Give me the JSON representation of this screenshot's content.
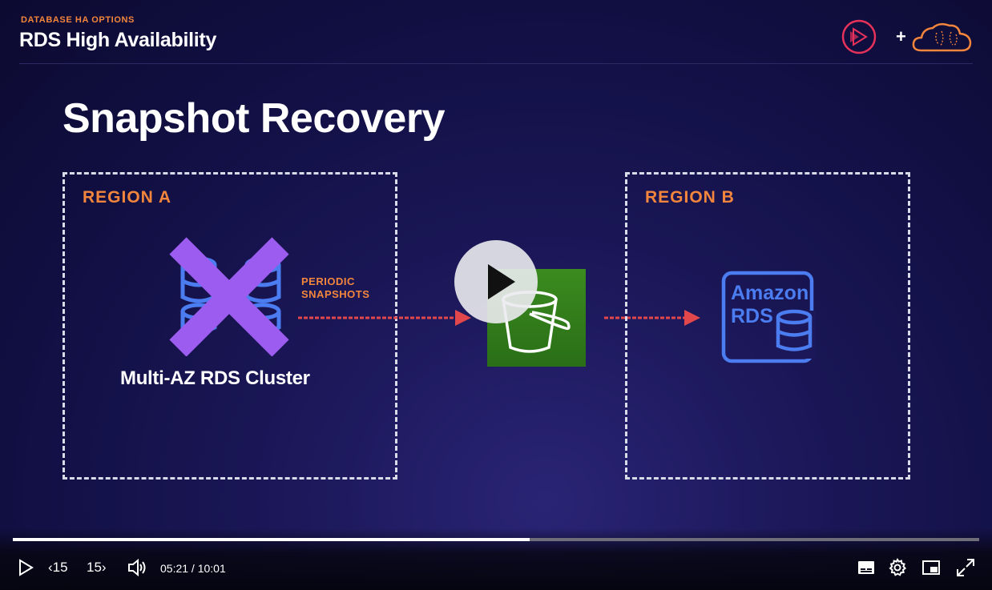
{
  "header": {
    "eyebrow": "DATABASE HA OPTIONS",
    "course_title": "RDS High Availability",
    "brand_plus": "+"
  },
  "slide": {
    "title": "Snapshot Recovery",
    "region_a": {
      "label": "REGION A",
      "cluster_label": "Multi-AZ RDS Cluster"
    },
    "arrow_label": [
      "PERIODIC",
      "SNAPSHOTS"
    ],
    "region_b": {
      "label": "REGION B",
      "rds_text": [
        "Amazon",
        "RDS"
      ]
    }
  },
  "player": {
    "progress_fraction": 0.535,
    "current_time": "05:21",
    "duration": "10:01",
    "time_display": "05:21 / 10:01",
    "skip_back_label": "‹15",
    "skip_forward_label": "15›",
    "icons": [
      "play-icon",
      "skip-back-15-icon",
      "skip-forward-15-icon",
      "volume-icon",
      "captions-icon",
      "settings-icon",
      "picture-in-picture-icon",
      "fullscreen-icon"
    ]
  },
  "colors": {
    "accent_orange": "#f3863c",
    "x_purple": "#9c5cf0",
    "db_blue": "#4b7cf0",
    "arrow_red": "#e2474b",
    "s3_green": "#3b8b1f",
    "brand_red": "#e6325a"
  }
}
